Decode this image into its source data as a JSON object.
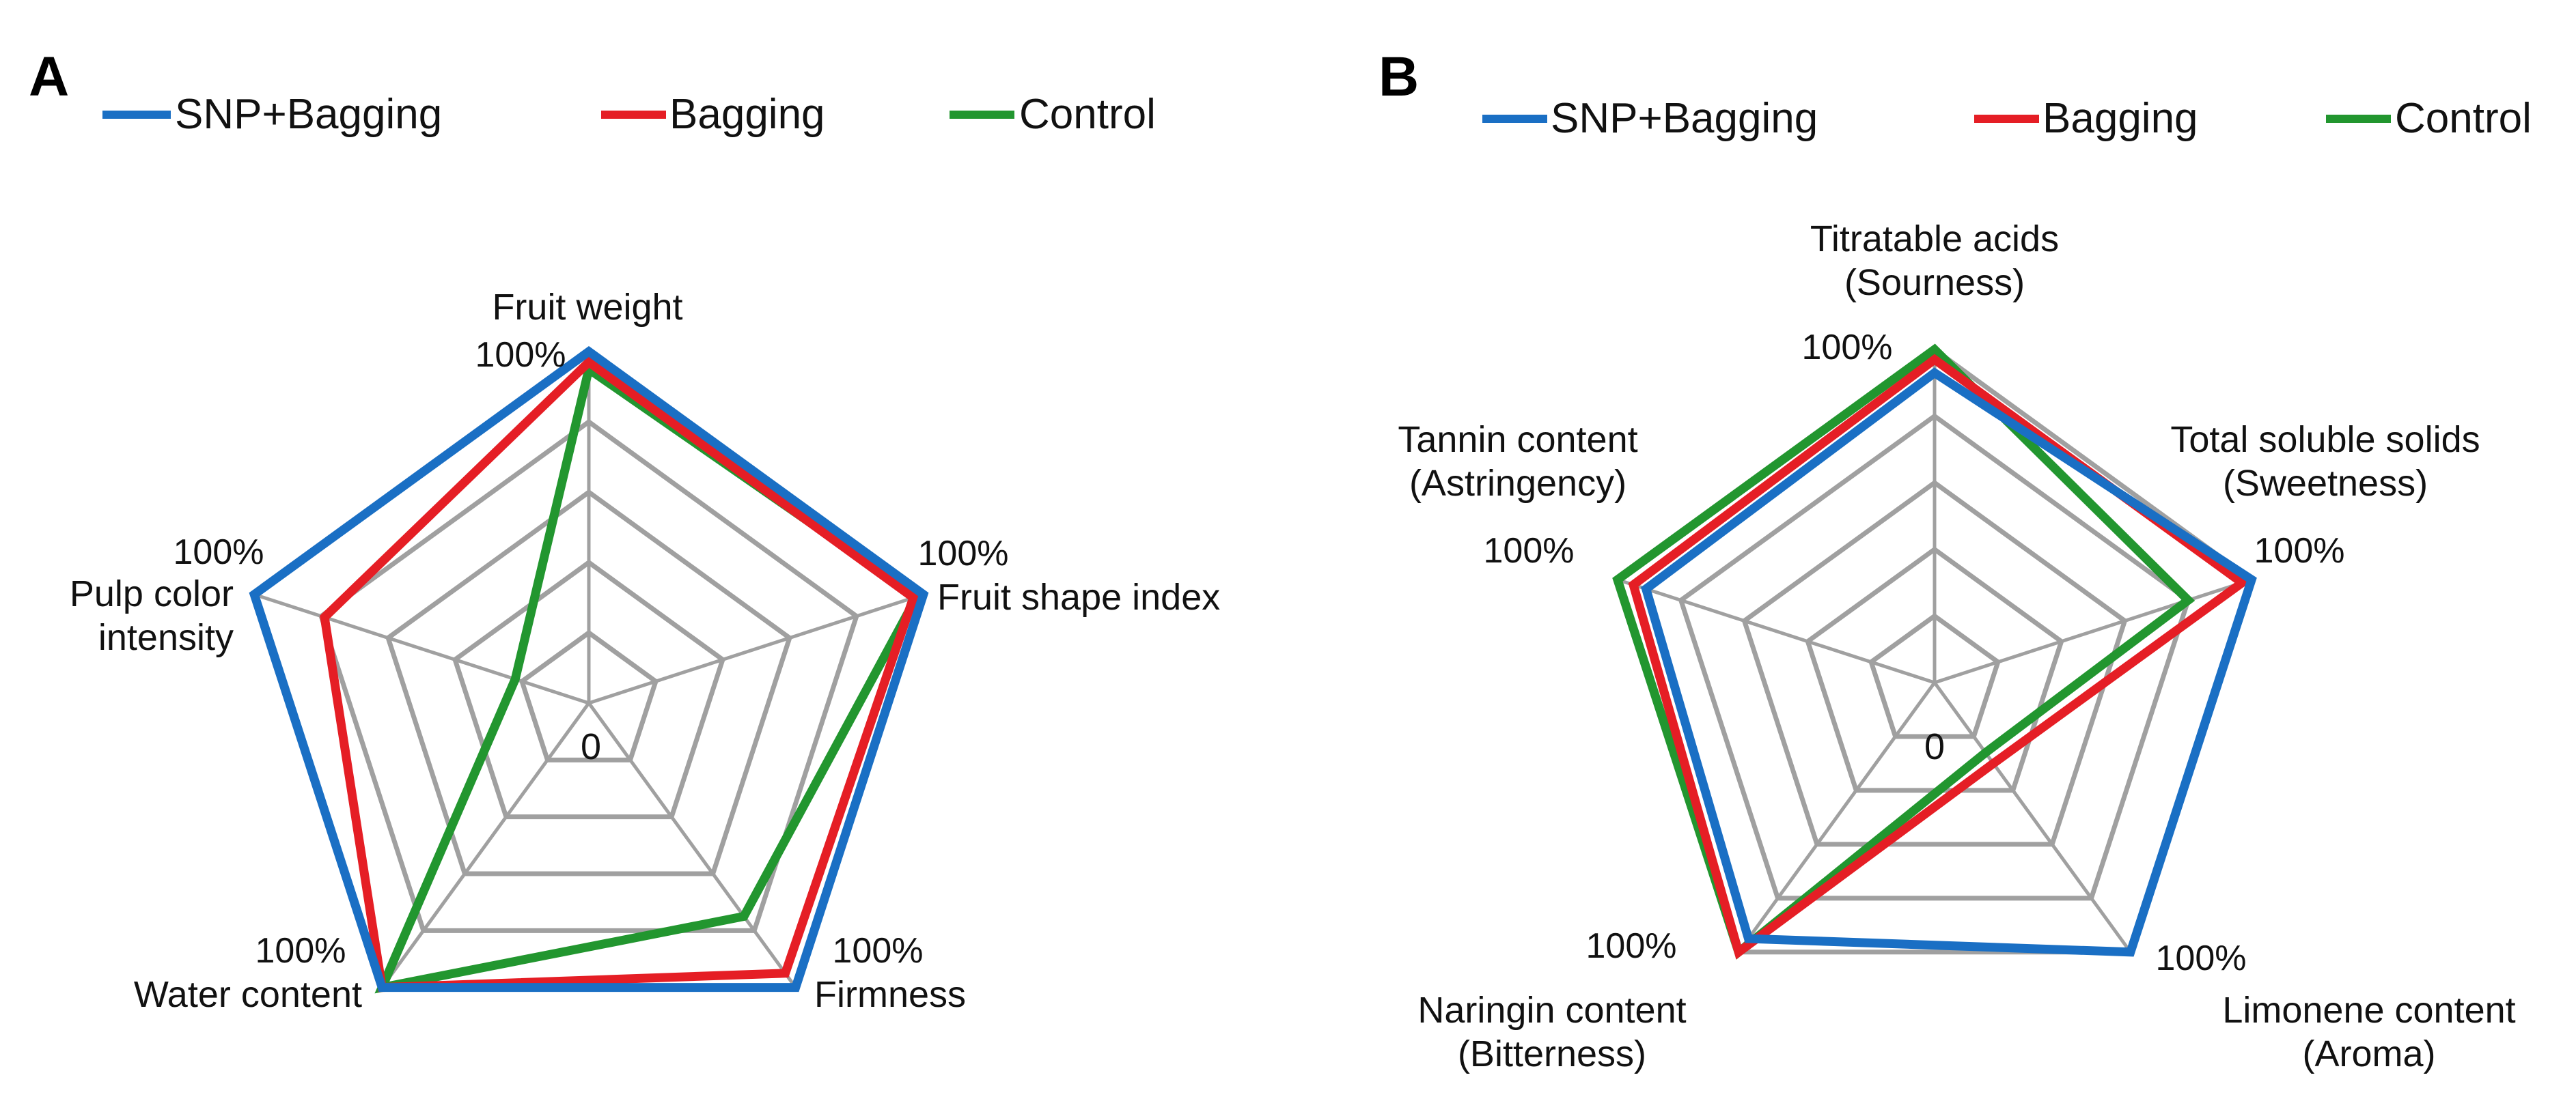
{
  "colors": {
    "SNP+Bagging": "#1a6fc4",
    "Bagging": "#e51e25",
    "Control": "#22962f",
    "grid": "#a0a0a0"
  },
  "chart_data": [
    {
      "type": "radar",
      "panel_label": "A",
      "legend": [
        "SNP+Bagging",
        "Bagging",
        "Control"
      ],
      "legend_placement": "top",
      "axes": [
        {
          "lines": [
            "Fruit weight"
          ],
          "max_label": "100%"
        },
        {
          "lines": [
            "Fruit shape index"
          ],
          "max_label": "100%"
        },
        {
          "lines": [
            "Firmness"
          ],
          "max_label": "100%"
        },
        {
          "lines": [
            "Water content"
          ],
          "max_label": "100%"
        },
        {
          "lines": [
            "Pulp color",
            "intensity"
          ],
          "max_label": "100%"
        }
      ],
      "center_label": "0",
      "rings": 5,
      "range": [
        0,
        100
      ],
      "series": [
        {
          "name": "SNP+Bagging",
          "values": [
            100,
            100,
            100,
            100,
            100
          ]
        },
        {
          "name": "Bagging",
          "values": [
            97,
            97,
            95,
            100,
            79
          ]
        },
        {
          "name": "Control",
          "values": [
            95,
            98,
            75,
            100,
            22
          ]
        }
      ]
    },
    {
      "type": "radar",
      "panel_label": "B",
      "legend": [
        "SNP+Bagging",
        "Bagging",
        "Control"
      ],
      "legend_placement": "top",
      "axes": [
        {
          "lines": [
            "Titratable acids",
            "(Sourness)"
          ],
          "max_label": "100%"
        },
        {
          "lines": [
            "Total soluble solids",
            "(Sweetness)"
          ],
          "max_label": "100%"
        },
        {
          "lines": [
            "Limonene content",
            "(Aroma)"
          ],
          "max_label": "100%"
        },
        {
          "lines": [
            "Naringin content",
            "(Bitterness)"
          ],
          "max_label": "100%"
        },
        {
          "lines": [
            "Tannin content",
            "(Astringency)"
          ],
          "max_label": "100%"
        }
      ],
      "center_label": "0",
      "rings": 5,
      "range": [
        0,
        100
      ],
      "series": [
        {
          "name": "SNP+Bagging",
          "values": [
            93,
            100,
            100,
            95,
            91
          ]
        },
        {
          "name": "Bagging",
          "values": [
            97,
            97,
            30,
            100,
            95
          ]
        },
        {
          "name": "Control",
          "values": [
            100,
            80,
            26,
            100,
            100
          ]
        }
      ]
    }
  ]
}
